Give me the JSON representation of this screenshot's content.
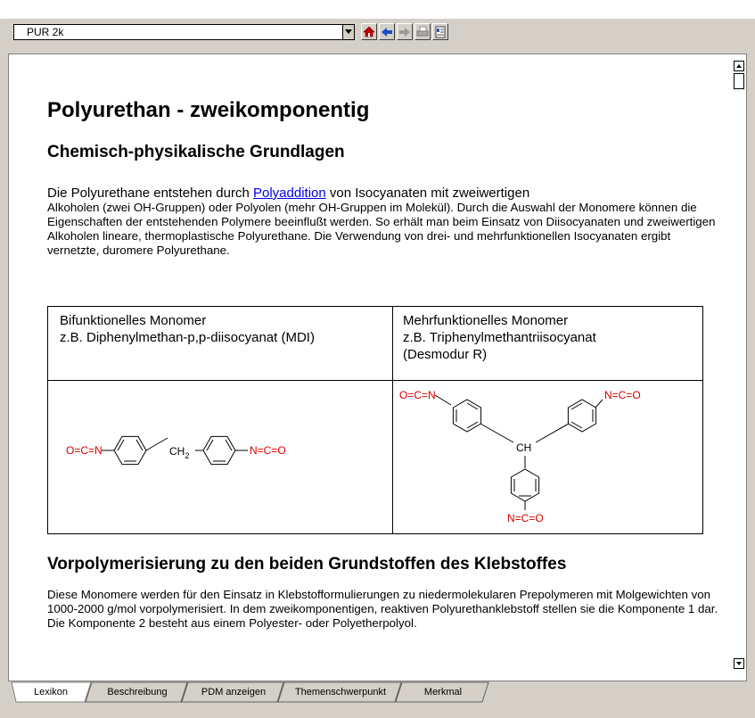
{
  "toolbar": {
    "dropdown_value": "PUR 2k",
    "buttons": [
      "home-icon",
      "back-arrow-icon",
      "forward-arrow-icon",
      "print-icon",
      "book-icon"
    ]
  },
  "content": {
    "title": "Polyurethan - zweikomponentig",
    "section1_heading": "Chemisch-physikalische Grundlagen",
    "para1_before_link": "Die Polyurethane entstehen durch ",
    "para1_link": "Polyaddition",
    "para1_after_link": " von Isocyanaten mit zweiwertigen",
    "para1_rest": "Alkoholen (zwei OH-Gruppen) oder Polyolen (mehr OH-Gruppen im Molekül). Durch die Auswahl der Monomere können die Eigenschaften der entstehenden Polymere beeinflußt werden. So erhält man beim Einsatz von Diisocyanaten und zweiwertigen Alkoholen lineare, thermoplastische Polyurethane. Die Verwendung von drei- und mehrfunktionellen Isocyanaten ergibt vernetzte, duromere Polyurethane.",
    "table": {
      "col1_line1": "Bifunktionelles Monomer",
      "col1_line2": "z.B. Diphenylmethan-p,p-diisocyanat (MDI)",
      "col2_line1": "Mehrfunktionelles Monomer",
      "col2_line2": "z.B. Triphenylmethantriisocyanat",
      "col2_line3": "(Desmodur R)",
      "mdi": {
        "left_group": "O=C=N",
        "bridge": "CH",
        "bridge_sub": "2",
        "right_group": "N=C=O"
      },
      "tri": {
        "group_a": "O=C=N",
        "group_b": "N=C=O",
        "group_c": "N=C=O",
        "center": "CH"
      }
    },
    "section2_heading": "Vorpolymerisierung zu den beiden Grundstoffen des Klebstoffes",
    "para2": "Diese Monomere werden für den Einsatz in Klebstofformulierungen zu niedermolekularen Prepolymeren mit Molgewichten von 1000-2000 g/mol vorpolymerisiert. In dem zweikomponentigen, reaktiven Polyurethanklebstoff stellen sie die Komponente 1 dar. Die Komponente 2 besteht aus einem Polyester- oder Polyetherpolyol."
  },
  "tabs": [
    {
      "label": "Lexikon",
      "active": true
    },
    {
      "label": "Beschreibung",
      "active": false
    },
    {
      "label": "PDM anzeigen",
      "active": false
    },
    {
      "label": "Themenschwerpunkt",
      "active": false
    },
    {
      "label": "Merkmal",
      "active": false
    }
  ],
  "colors": {
    "chem_group": "#d40000",
    "link": "#0000ee",
    "chrome": "#d4d0c8"
  }
}
